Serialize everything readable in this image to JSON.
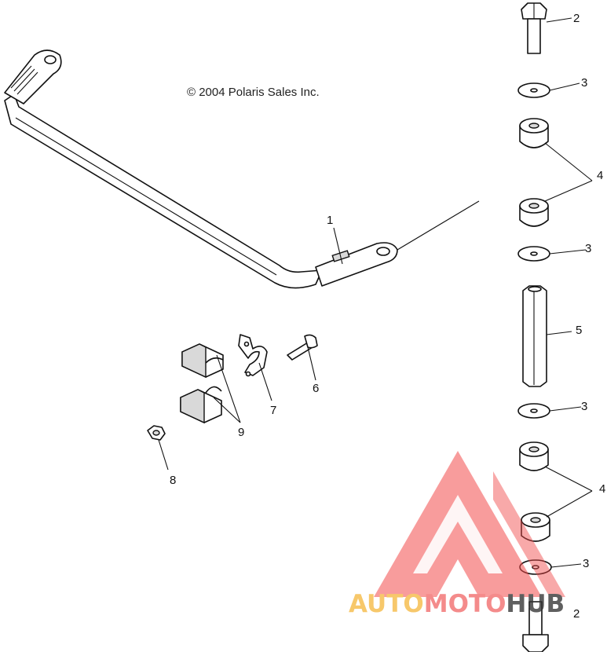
{
  "copyright": "© 2004 Polaris Sales Inc.",
  "callouts": {
    "c1": "1",
    "c2_top": "2",
    "c2_bottom": "2",
    "c3_a": "3",
    "c3_b": "3",
    "c3_c": "3",
    "c3_d": "3",
    "c4_top": "4",
    "c4_bottom": "4",
    "c5": "5",
    "c6": "6",
    "c7": "7",
    "c8": "8",
    "c9": "9"
  },
  "watermark": {
    "part1": "AUTO",
    "part2": "MOTO",
    "part3": "HUB",
    "colors": {
      "triangle": "#f24a4a",
      "auto": "#f5b942",
      "moto": "#f26b6b",
      "hub": "#333333"
    }
  }
}
